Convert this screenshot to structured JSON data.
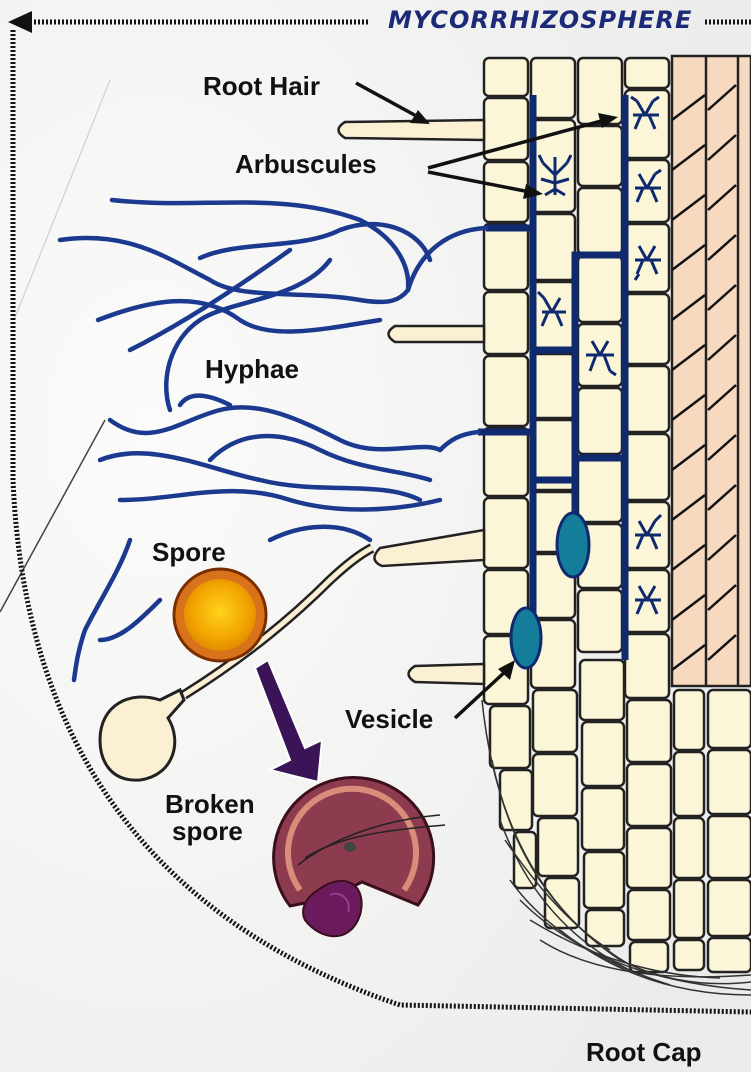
{
  "diagram": {
    "title": "MYCORRHIZOSPHERE",
    "labels": {
      "root_hair": "Root Hair",
      "arbuscules": "Arbuscules",
      "hyphae": "Hyphae",
      "spore": "Spore",
      "vesicle": "Vesicle",
      "broken_spore_line1": "Broken",
      "broken_spore_line2": "spore",
      "root_cap": "Root Cap"
    },
    "colors": {
      "hyphae": "#1b3a8f",
      "root_cell": "#fcf6d8",
      "stele": "#f7d9bf",
      "spore_outer": "#d9731b",
      "spore_inner": "#f5b400",
      "broken_spore": "#8d3b4f",
      "arrow_purple": "#3b1458",
      "title": "#1c2a78"
    }
  }
}
